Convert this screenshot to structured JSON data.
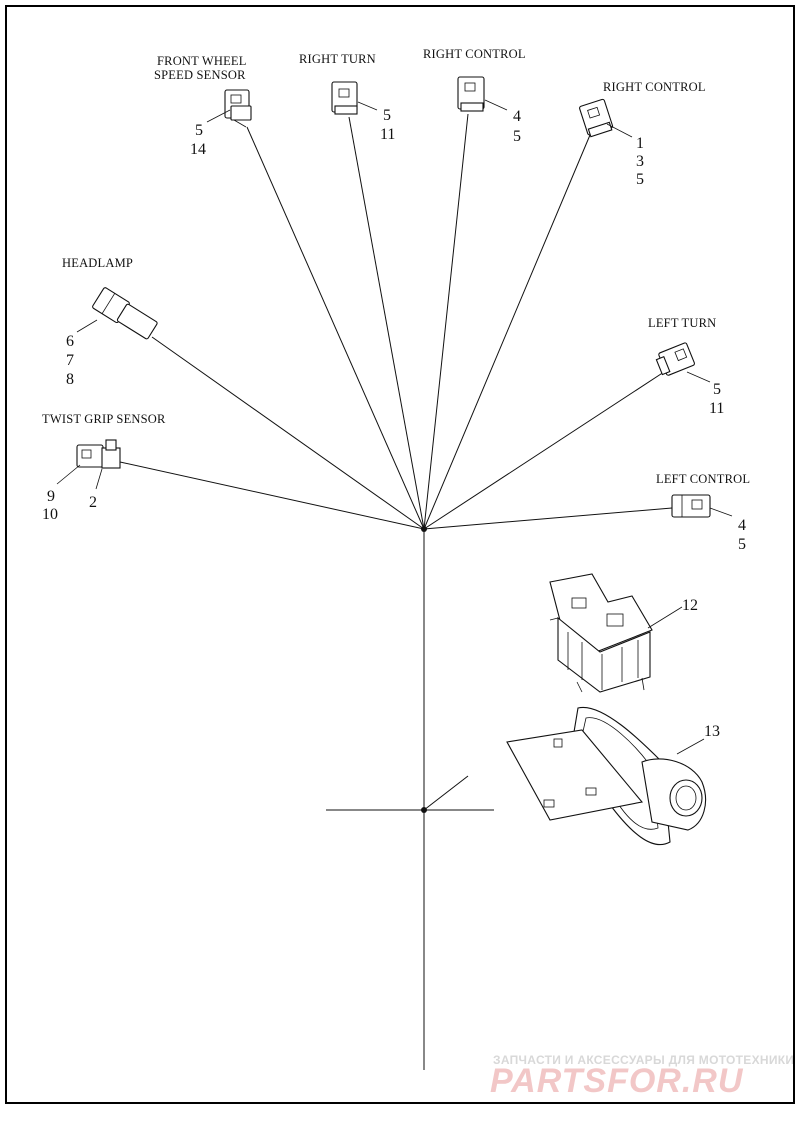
{
  "labels": {
    "front_wheel_speed_sensor_l1": "FRONT WHEEL",
    "front_wheel_speed_sensor_l2": "SPEED SENSOR",
    "right_turn": "RIGHT TURN",
    "right_control_1": "RIGHT CONTROL",
    "right_control_2": "RIGHT CONTROL",
    "headlamp": "HEADLAMP",
    "left_turn": "LEFT TURN",
    "twist_grip_sensor": "TWIST GRIP SENSOR",
    "left_control": "LEFT CONTROL"
  },
  "callouts": {
    "front_wheel_speed_sensor": [
      "5",
      "14"
    ],
    "right_turn": [
      "5",
      "11"
    ],
    "right_control_1": [
      "4",
      "5"
    ],
    "right_control_2": [
      "1",
      "3",
      "5"
    ],
    "headlamp": [
      "6",
      "7",
      "8"
    ],
    "left_turn": [
      "5",
      "11"
    ],
    "twist_grip_sensor_a": [
      "9",
      "10"
    ],
    "twist_grip_sensor_b": [
      "2"
    ],
    "left_control": [
      "4",
      "5"
    ],
    "module": [
      "12"
    ],
    "bracket": [
      "13"
    ]
  },
  "watermark": {
    "line1": "ЗАПЧАСТИ И АКСЕССУАРЫ ДЛЯ МОТОТЕХНИКИ",
    "line2": "PARTSFOR.RU"
  }
}
